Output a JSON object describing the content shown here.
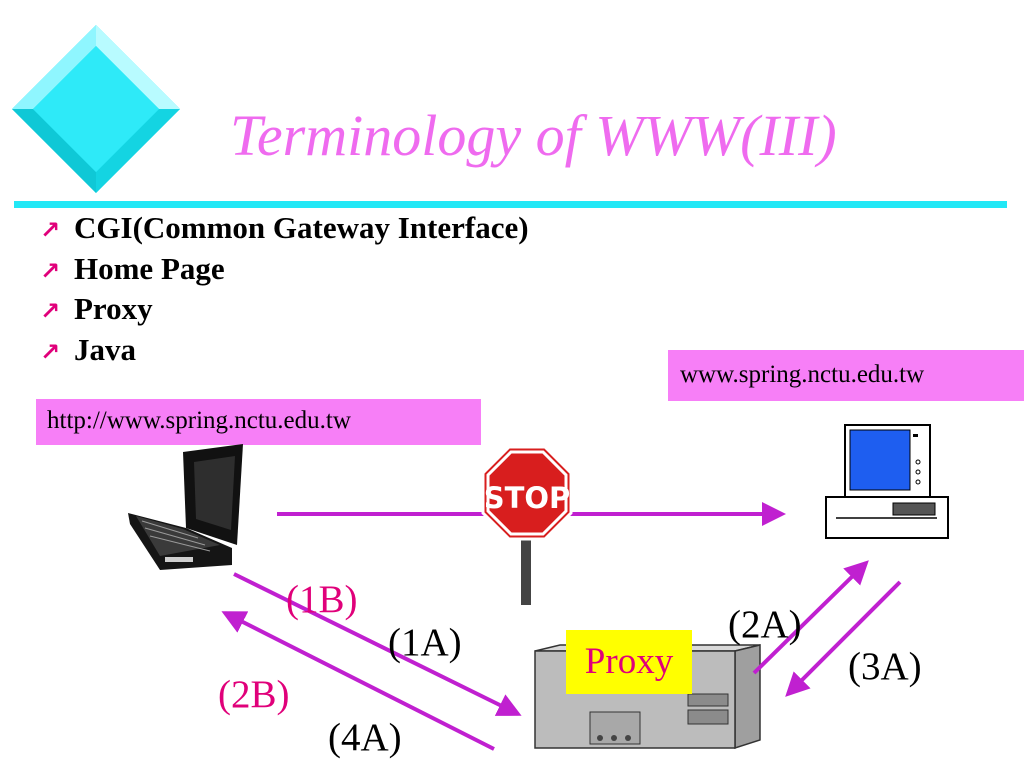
{
  "slide": {
    "title": "Terminology of WWW(III)",
    "accent_colors": {
      "title": "#ef6bef",
      "rule": "#22e8f6",
      "diamond": "#22e8f6",
      "arrows": "#c020d0",
      "label_box": "#f77ff7",
      "red_label": "#e0007a",
      "proxy_box": "#ffff00"
    }
  },
  "bullets": [
    {
      "icon": "arrow-up-right-icon",
      "text": "CGI(Common Gateway Interface)"
    },
    {
      "icon": "arrow-up-right-icon",
      "text": "Home Page"
    },
    {
      "icon": "arrow-up-right-icon",
      "text": "Proxy"
    },
    {
      "icon": "arrow-up-right-icon",
      "text": "Java"
    }
  ],
  "diagram": {
    "client_url": "http://www.spring.nctu.edu.tw",
    "server_host": "www.spring.nctu.edu.tw",
    "stop_sign": "STOP",
    "proxy": "Proxy",
    "steps": {
      "s1a": "(1A)",
      "s1b": "(1B)",
      "s2a": "(2A)",
      "s2b": "(2B)",
      "s3a": "(3A)",
      "s4a": "(4A)"
    }
  }
}
